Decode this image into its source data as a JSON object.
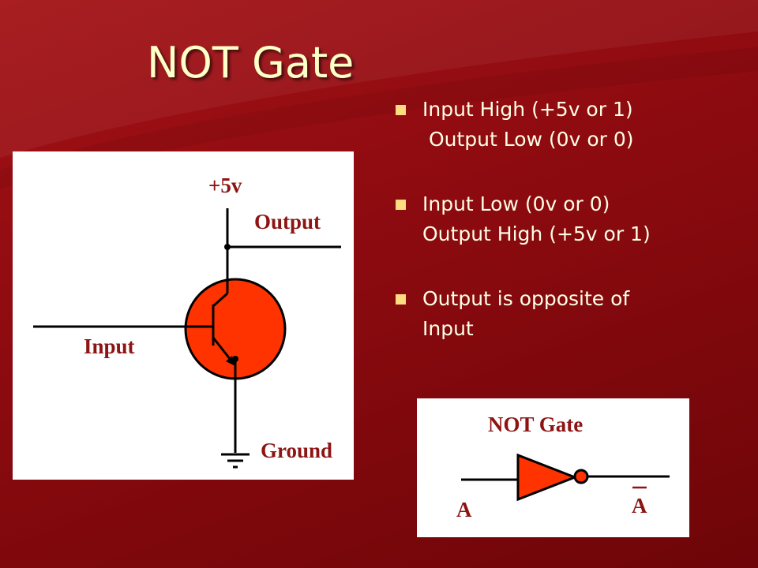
{
  "slide": {
    "title": "NOT Gate",
    "bullets": [
      [
        "Input High (+5v or 1)",
        " Output Low (0v or 0)"
      ],
      [
        "Input Low (0v or 0)",
        "Output High (+5v or 1)"
      ],
      [
        "Output is opposite of",
        "Input"
      ]
    ]
  },
  "circuit": {
    "supply_label": "+5v",
    "output_label": "Output",
    "input_label": "Input",
    "ground_label": "Ground",
    "transistor_color": "#ff3300"
  },
  "gate_symbol": {
    "title": "NOT Gate",
    "input_label": "A",
    "output_label": "A",
    "output_overbar": true,
    "gate_color": "#ff3300"
  },
  "colors": {
    "background": "#8e0b10",
    "title_text": "#ffffc8",
    "bullet_marker": "#ffdc82",
    "label_text": "#8e1414"
  }
}
